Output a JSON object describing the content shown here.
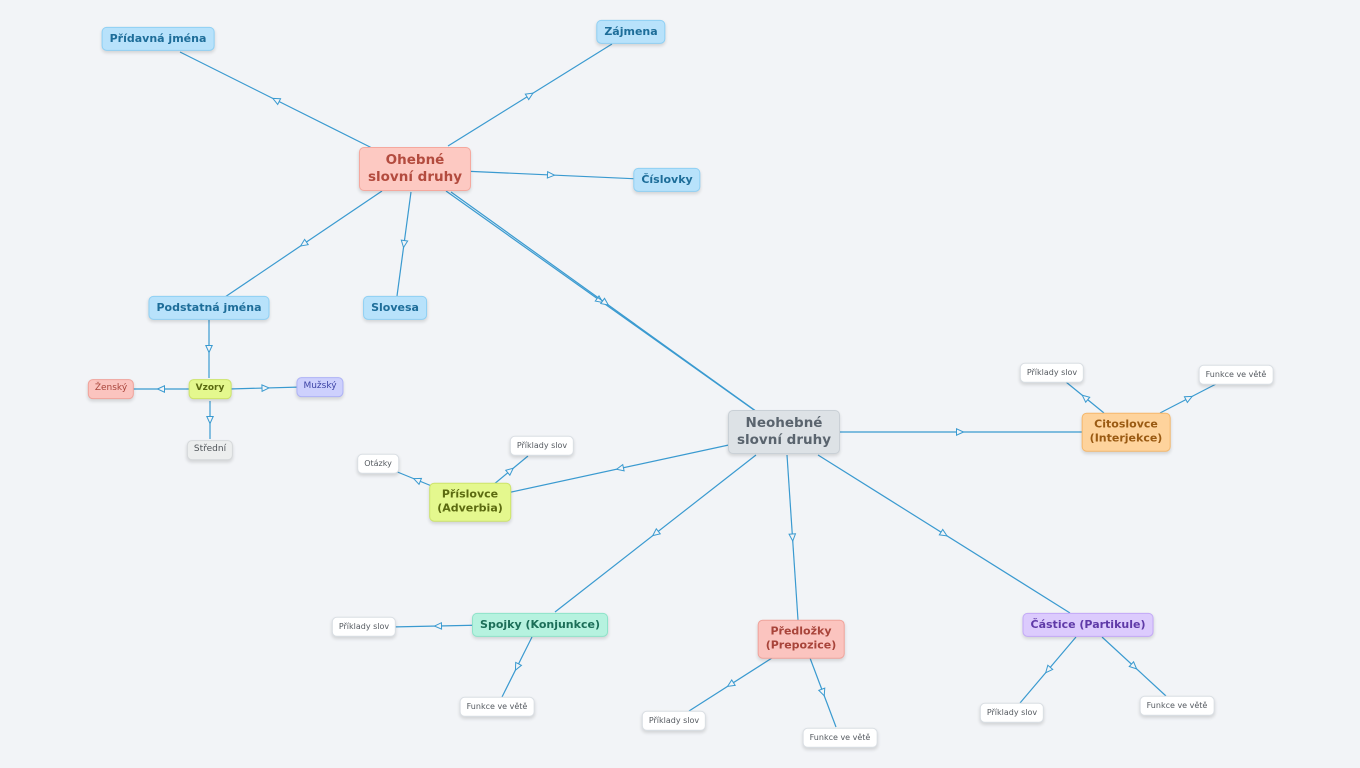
{
  "colors": {
    "background": "#f2f4f7",
    "edge": "#3a9ad0"
  },
  "nodes": {
    "ohebne": {
      "line1": "Ohebné",
      "line2": "slovní druhy"
    },
    "neohebne": {
      "line1": "Neohebné",
      "line2": "slovní druhy"
    },
    "pridavna": {
      "label": "Přídavná jména"
    },
    "zajmena": {
      "label": "Zájmena"
    },
    "cislovky": {
      "label": "Číslovky"
    },
    "podstatna": {
      "label": "Podstatná jména"
    },
    "slovesa": {
      "label": "Slovesa"
    },
    "vzory": {
      "label": "Vzory"
    },
    "zensky": {
      "label": "Ženský"
    },
    "muzsky": {
      "label": "Mužský"
    },
    "stredni": {
      "label": "Střední"
    },
    "citoslovce": {
      "line1": "Citoslovce",
      "line2": "(Interjekce)"
    },
    "cito_priklady": {
      "label": "Příklady slov"
    },
    "cito_funkce": {
      "label": "Funkce ve větě"
    },
    "prislovce": {
      "line1": "Příslovce",
      "line2": "(Adverbia)"
    },
    "pris_otazky": {
      "label": "Otázky"
    },
    "pris_priklady": {
      "label": "Příklady slov"
    },
    "spojky": {
      "label": "Spojky (Konjunkce)"
    },
    "spoj_priklady": {
      "label": "Příklady slov"
    },
    "spoj_funkce": {
      "label": "Funkce ve větě"
    },
    "predlozky": {
      "line1": "Předložky",
      "line2": "(Prepozice)"
    },
    "pred_priklady": {
      "label": "Příklady slov"
    },
    "pred_funkce": {
      "label": "Funkce ve větě"
    },
    "castice": {
      "label": "Částice (Partikule)"
    },
    "cast_priklady": {
      "label": "Příklady slov"
    },
    "cast_funkce": {
      "label": "Funkce ve větě"
    }
  }
}
